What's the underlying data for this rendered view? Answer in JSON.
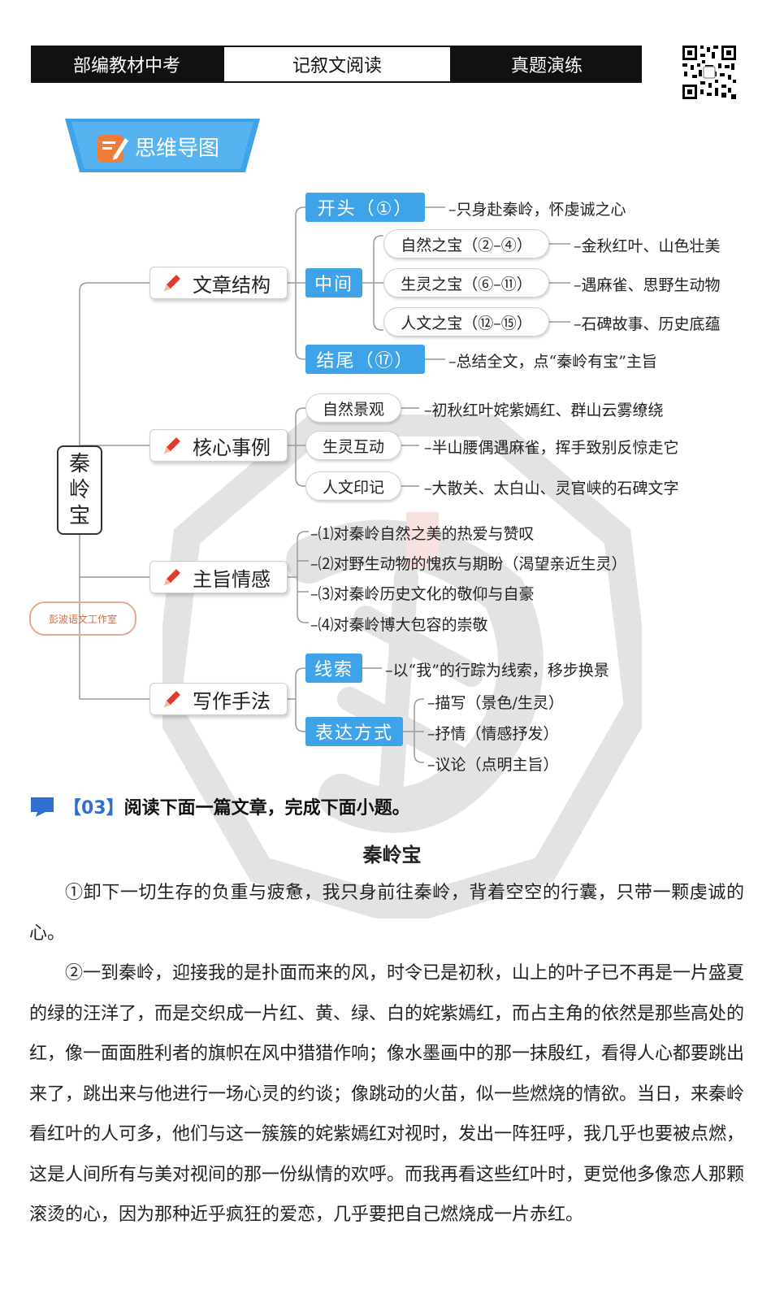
{
  "header": {
    "left": "部编教材中考",
    "center": "记叙文阅读",
    "right": "真题演练"
  },
  "banner": {
    "label": "思维导图"
  },
  "mindmap": {
    "root": [
      "秦",
      "岭",
      "宝"
    ],
    "studio": "彭波语文工作室",
    "branches": {
      "structure": {
        "label": "文章结构",
        "begin": {
          "label": "开头（①）",
          "leaf": "–只身赴秦岭，怀虔诚之心"
        },
        "middle": {
          "label": "中间",
          "items": [
            {
              "label": "自然之宝（②–④）",
              "leaf": "–金秋红叶、山色壮美"
            },
            {
              "label": "生灵之宝（⑥–⑪）",
              "leaf": "–遇麻雀、思野生动物"
            },
            {
              "label": "人文之宝（⑫–⑮）",
              "leaf": "–石碑故事、历史底蕴"
            }
          ]
        },
        "end": {
          "label": "结尾（⑰）",
          "leaf": "–总结全文，点“秦岭有宝”主旨"
        }
      },
      "events": {
        "label": "核心事例",
        "items": [
          {
            "label": "自然景观",
            "leaf": "–初秋红叶姹紫嫣红、群山云雾缭绕"
          },
          {
            "label": "生灵互动",
            "leaf": "–半山腰偶遇麻雀，挥手致别反惊走它"
          },
          {
            "label": "人文印记",
            "leaf": "–大散关、太白山、灵官峡的石碑文字"
          }
        ]
      },
      "theme": {
        "label": "主旨情感",
        "items": [
          "–⑴对秦岭自然之美的热爱与赞叹",
          "–⑵对野生动物的愧疚与期盼（渴望亲近生灵）",
          "–⑶对秦岭历史文化的敬仰与自豪",
          "–⑷对秦岭博大包容的崇敬"
        ]
      },
      "writing": {
        "label": "写作手法",
        "clue": {
          "label": "线索",
          "leaf": "–以“我”的行踪为线索，移步换景"
        },
        "expression": {
          "label": "表达方式",
          "items": [
            "–描写（景色/生灵）",
            "–抒情（情感抒发）",
            "–议论（点明主旨）"
          ]
        }
      }
    }
  },
  "question": {
    "num": "【03】",
    "text": "阅读下面一篇文章，完成下面小题。"
  },
  "article": {
    "title": "秦岭宝",
    "p1": "①卸下一切生存的负重与疲惫，我只身前往秦岭，背着空空的行囊，只带一颗虔诚的心。",
    "p2": "②一到秦岭，迎接我的是扑面而来的风，时令已是初秋，山上的叶子已不再是一片盛夏的绿的汪洋了，而是交织成一片红、黄、绿、白的姹紫嫣红，而占主角的依然是那些高处的红，像一面面胜利者的旗帜在风中猎猎作响；像水墨画中的那一抹殷红，看得人心都要跳出来了，跳出来与他进行一场心灵的约谈；像跳动的火苗，似一些燃烧的情欲。当日，来秦岭看红叶的人可多，他们与这一簇簇的姹紫嫣红对视时，发出一阵狂呼，我几乎也要被点燃，这是人间所有与美对视间的那一份纵情的欢呼。而我再看这些红叶时，更觉他多像恋人那颗滚烫的心，因为那种近乎疯狂的爱恋，几乎要把自己燃烧成一片赤红。"
  }
}
